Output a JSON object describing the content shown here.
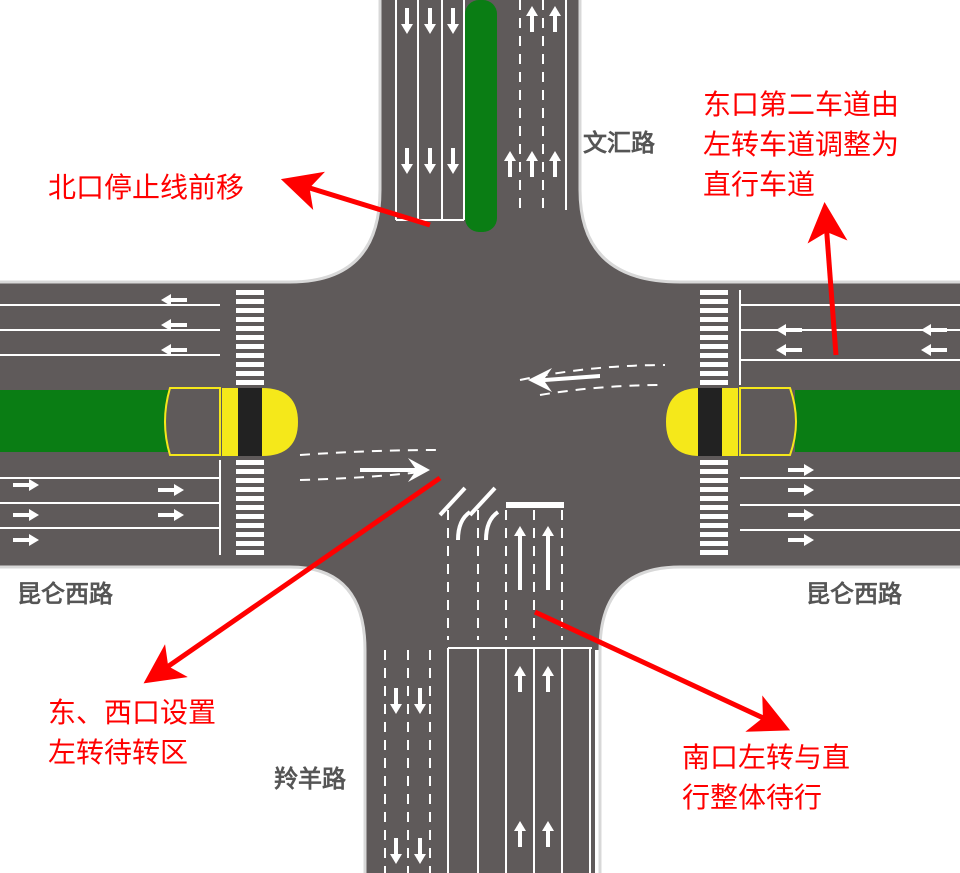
{
  "roads": {
    "north": "文汇路",
    "west": "昆仑西路",
    "east": "昆仑西路",
    "south": "羚羊路"
  },
  "annotations": {
    "north_stop": "北口停止线前移",
    "east_lane": [
      "东口第二车道由",
      "左转车道调整为",
      "直行车道"
    ],
    "east_west_wait": [
      "东、西口设置",
      "左转待转区"
    ],
    "south_wait": [
      "南口左转与直",
      "行整体待行"
    ]
  },
  "colors": {
    "road": "#5f5a5a",
    "median_green": "#0a7d14",
    "island_yellow": "#f5e81a",
    "annotation_red": "#ff0000",
    "label_gray": "#555555"
  }
}
